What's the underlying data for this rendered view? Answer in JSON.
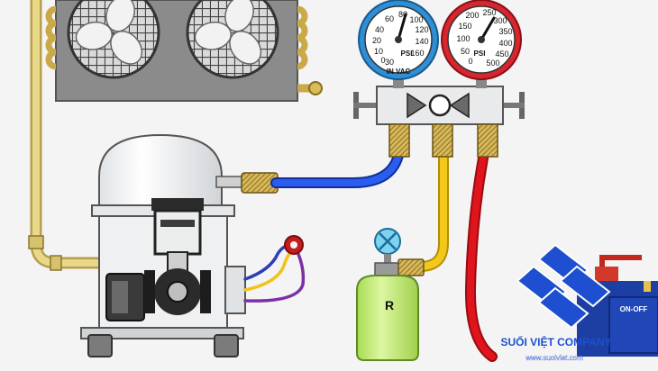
{
  "colors": {
    "background": "#f4f4f4",
    "low_gauge_ring": "#2d8fd8",
    "high_gauge_ring": "#d8262e",
    "low_hose": "#1e4fd6",
    "charge_hose": "#f2c81a",
    "high_hose": "#e0141c",
    "suction_line": "#e8d98a",
    "cylinder": "#c8f07a",
    "logo_blue": "#1d4fd0"
  },
  "low_gauge": {
    "ticks": [
      "40",
      "60",
      "80",
      "100",
      "120",
      "140",
      "160",
      "20",
      "10",
      "0",
      "30"
    ],
    "unit": "PSI",
    "vacuum_label": "IN VAC"
  },
  "high_gauge": {
    "ticks": [
      "100",
      "150",
      "200",
      "250",
      "300",
      "350",
      "400",
      "450",
      "500",
      "50",
      "0"
    ],
    "unit": "PSI"
  },
  "cylinder": {
    "label": "R"
  },
  "logo": {
    "company": "SUỐI VIỆT COMPANY",
    "website": "www.suoiviet.com"
  },
  "pump": {
    "label": "ON-OFF"
  }
}
